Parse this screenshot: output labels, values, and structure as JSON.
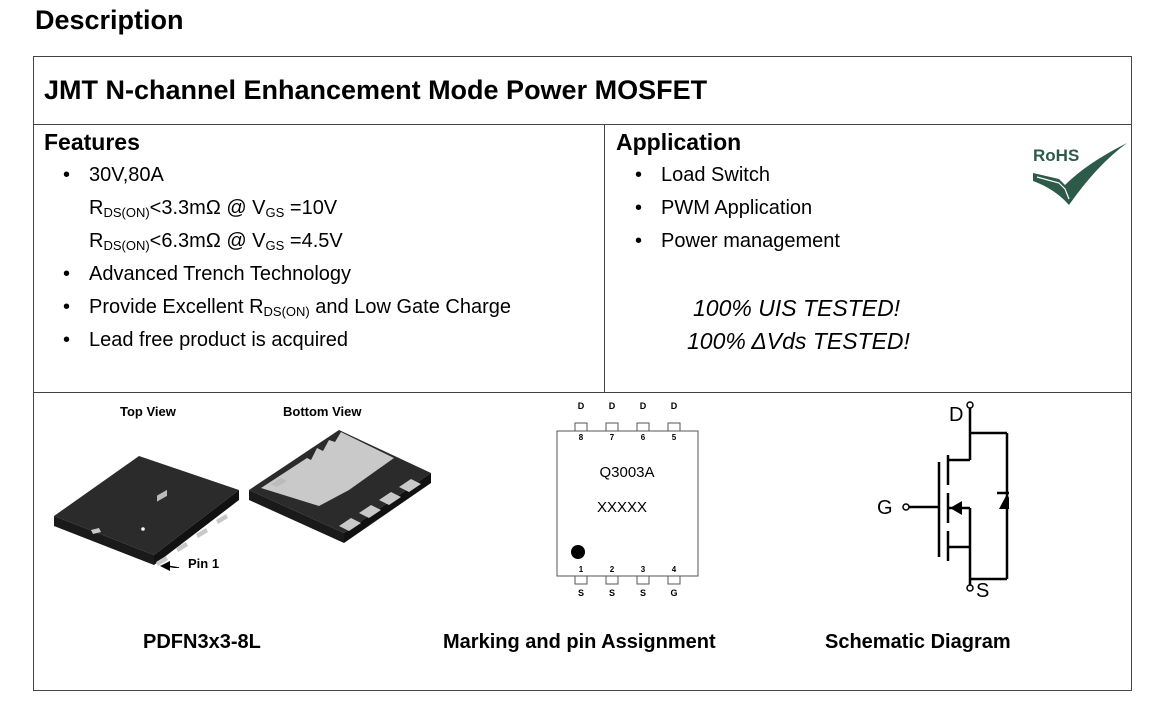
{
  "heading": "Description",
  "title": "JMT N-channel Enhancement Mode Power MOSFET",
  "features": {
    "title": "Features",
    "rating": "30V,80A",
    "rds1": {
      "r": "R",
      "sub_ds": "DS(ON)",
      "value": "<3.3mΩ @ V",
      "sub_gs": "GS",
      "cond": " =10V"
    },
    "rds2": {
      "r": "R",
      "sub_ds": "DS(ON)",
      "value": "<6.3mΩ @ V",
      "sub_gs": "GS",
      "cond": " =4.5V"
    },
    "trench": "Advanced Trench Technology",
    "excellent": {
      "pre": "Provide Excellent R",
      "sub": "DS(ON)",
      "post": " and Low Gate Charge"
    },
    "lead_free": "Lead free product is acquired"
  },
  "application": {
    "title": "Application",
    "items": [
      "Load Switch",
      "PWM Application",
      "Power management"
    ],
    "tested_uis": "100% UIS TESTED!",
    "tested_vds": "100% ΔVds TESTED!"
  },
  "rohs": {
    "label": "RoHS",
    "color": "#2e5a4a"
  },
  "package": {
    "top_view": "Top View",
    "bottom_view": "Bottom View",
    "pin1": "Pin 1",
    "caption": "PDFN3x3-8L"
  },
  "marking": {
    "top_pins": [
      {
        "name": "D",
        "num": "8"
      },
      {
        "name": "D",
        "num": "7"
      },
      {
        "name": "D",
        "num": "6"
      },
      {
        "name": "D",
        "num": "5"
      }
    ],
    "bottom_pins": [
      {
        "name": "S",
        "num": "1"
      },
      {
        "name": "S",
        "num": "2"
      },
      {
        "name": "S",
        "num": "3"
      },
      {
        "name": "G",
        "num": "4"
      }
    ],
    "part": "Q3003A",
    "code": "XXXXX",
    "caption": "Marking and pin Assignment"
  },
  "schematic": {
    "drain": "D",
    "gate": "G",
    "source": "S",
    "caption": "Schematic Diagram"
  }
}
